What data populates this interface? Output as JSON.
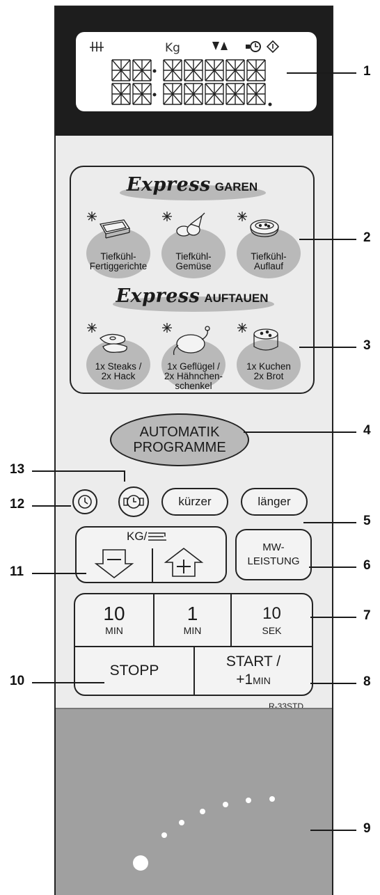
{
  "display": {
    "icons": [
      "steam-icon",
      "kg",
      "weight-arrows-icon",
      "clock-icon",
      "lock-icon"
    ],
    "kg_label": "Kg"
  },
  "express_garen": {
    "script": "Express",
    "word": "GAREN",
    "items": [
      {
        "icon": "frozen-ready-meal-icon",
        "label": [
          "Tiefkühl-",
          "Fertiggerichte"
        ]
      },
      {
        "icon": "frozen-vegetables-icon",
        "label": [
          "Tiefkühl-",
          "Gemüse"
        ]
      },
      {
        "icon": "frozen-casserole-icon",
        "label": [
          "Tiefkühl-",
          "Auflauf"
        ]
      }
    ]
  },
  "express_auftauen": {
    "script": "Express",
    "word": "AUFTAUEN",
    "items": [
      {
        "icon": "steaks-icon",
        "label": [
          "1x Steaks /",
          "2x Hack"
        ]
      },
      {
        "icon": "chicken-icon",
        "label": [
          "1x Geflügel /",
          "2x Hähnchen-",
          "schenkel"
        ]
      },
      {
        "icon": "cake-icon",
        "label": [
          "1x Kuchen",
          "2x Brot"
        ]
      }
    ]
  },
  "buttons": {
    "automatik": [
      "AUTOMATIK",
      "PROGRAMME"
    ],
    "kuerzer": "kürzer",
    "laenger": "länger",
    "kg_label": "KG/",
    "mw": [
      "MW-",
      "LEISTUNG"
    ],
    "ten_min": {
      "value": "10",
      "unit": "MIN"
    },
    "one_min": {
      "value": "1",
      "unit": "MIN"
    },
    "ten_sek": {
      "value": "10",
      "unit": "SEK"
    },
    "stopp": "STOPP",
    "start": {
      "line1": "START /",
      "prefix": "+1",
      "unit": "MIN"
    }
  },
  "model": "R-33STD",
  "callouts": [
    "1",
    "2",
    "3",
    "4",
    "5",
    "6",
    "7",
    "8",
    "9",
    "10",
    "11",
    "12",
    "13"
  ]
}
